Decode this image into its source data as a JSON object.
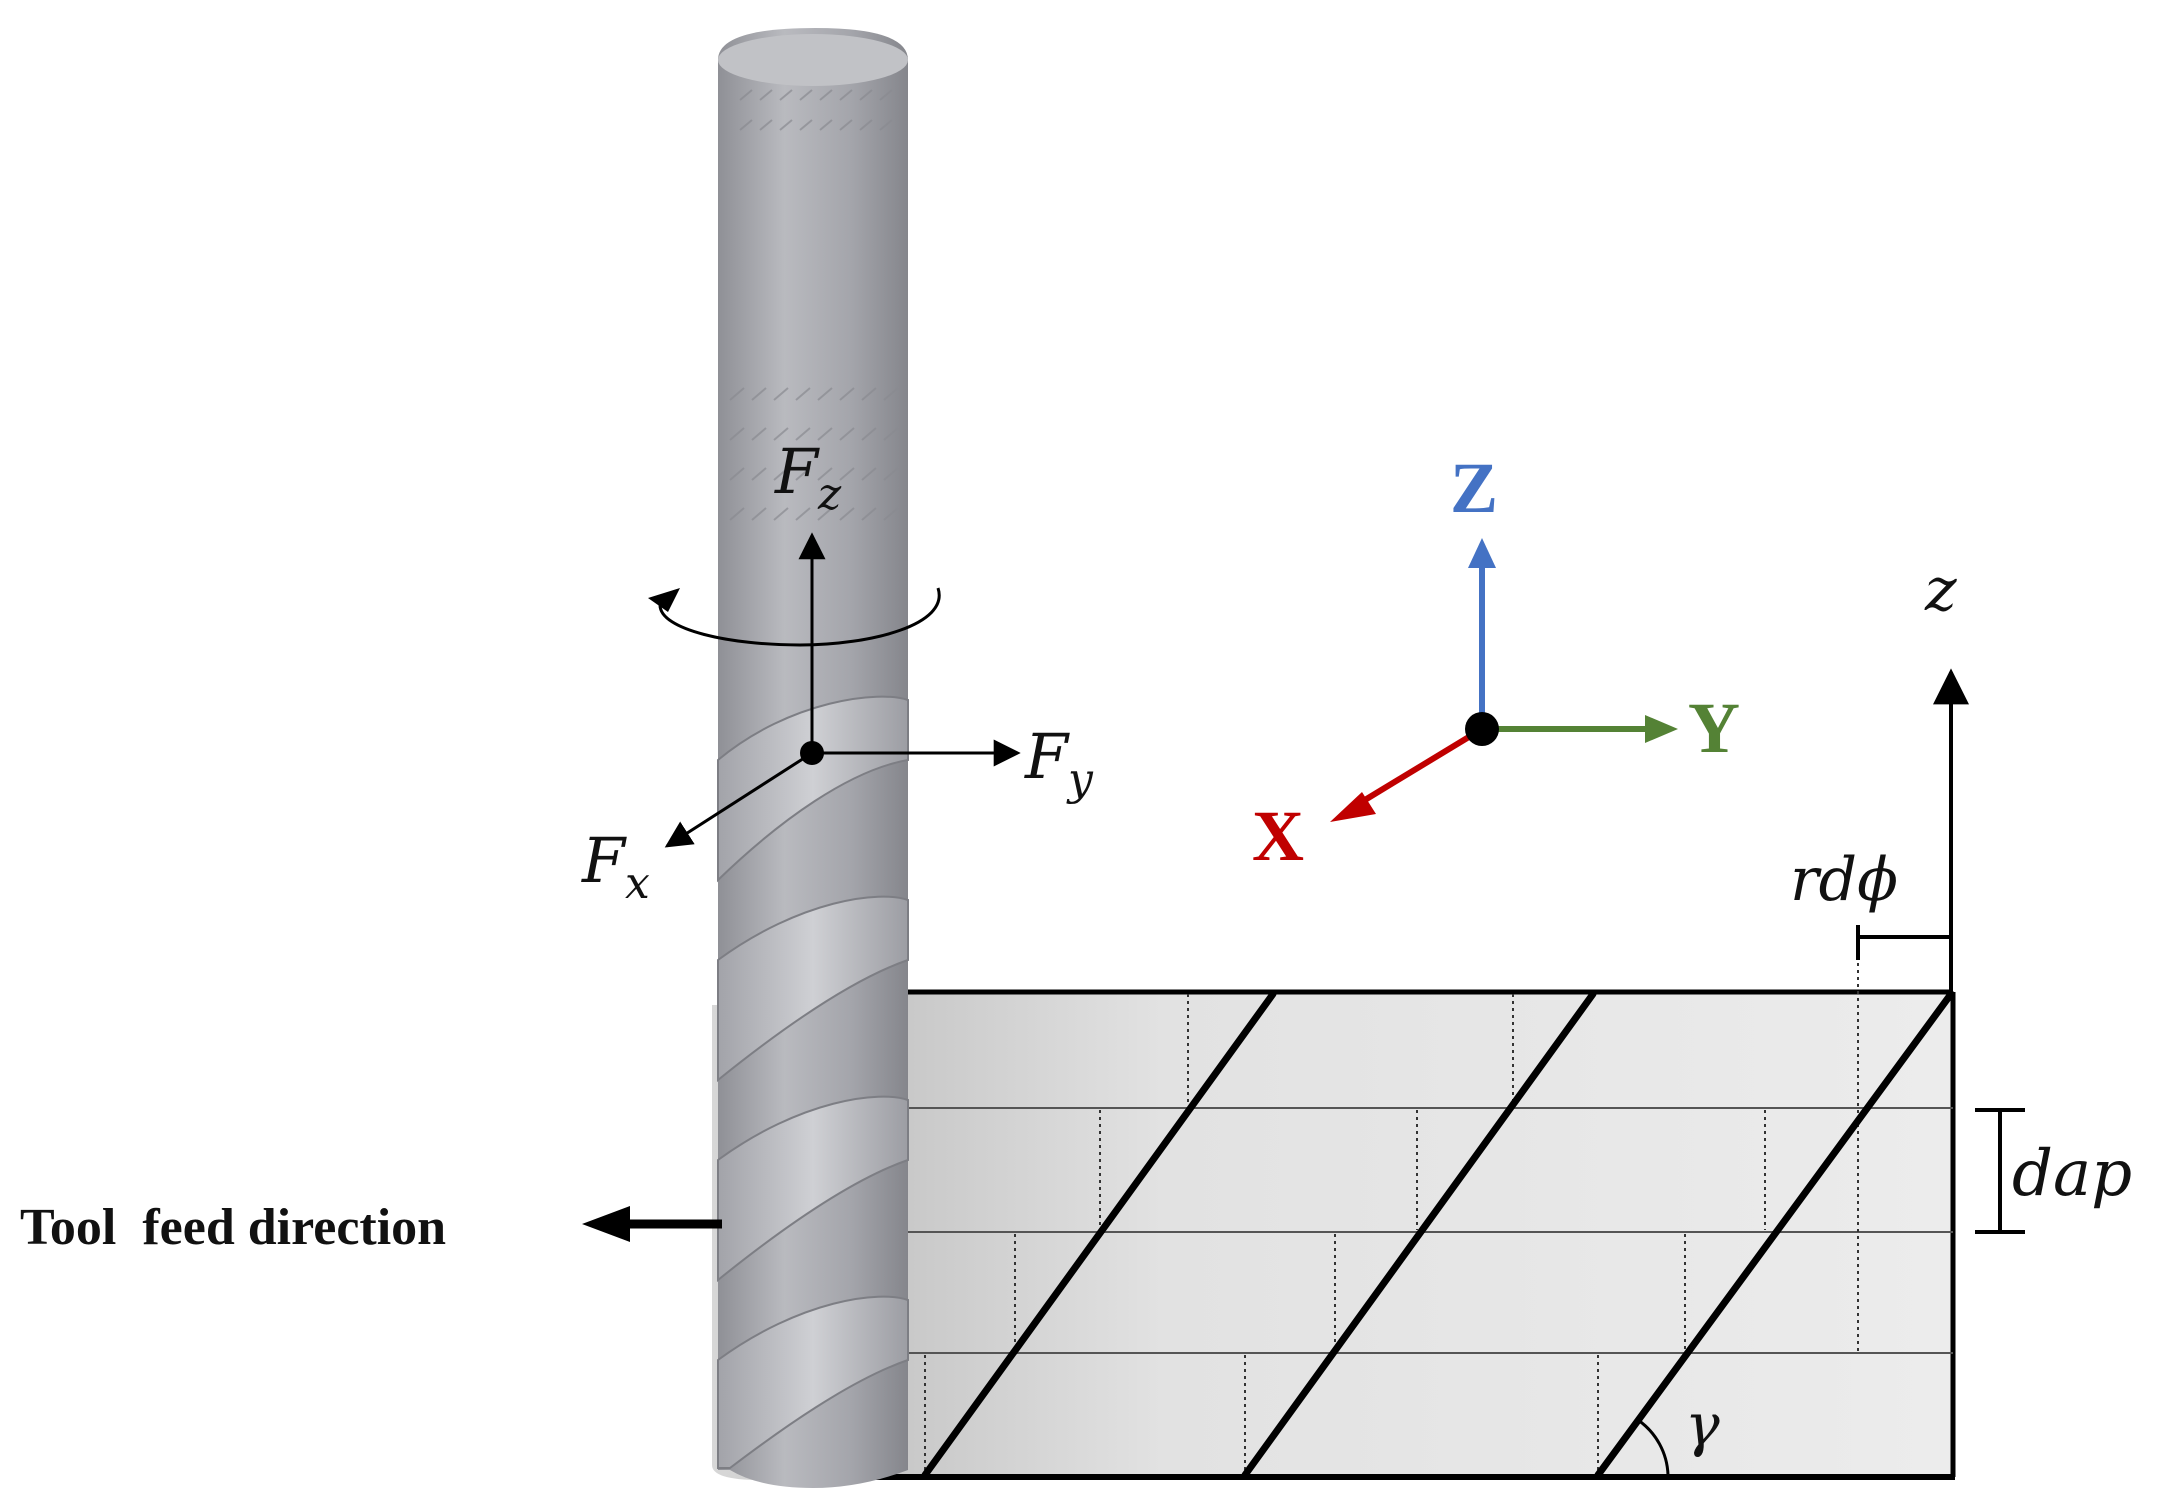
{
  "labels": {
    "force_z": {
      "base": "F",
      "sub": "z"
    },
    "force_y": {
      "base": "F",
      "sub": "y"
    },
    "force_x": {
      "base": "F",
      "sub": "x"
    },
    "global_z": "Z",
    "global_y": "Y",
    "global_x": "X",
    "local_z": "z",
    "rdphi": "rdϕ",
    "dap": "dap",
    "gamma": "γ",
    "feed_direction": "Tool  feed direction"
  },
  "colors": {
    "global_z": "#4472c4",
    "global_y": "#548235",
    "global_x": "#c00000",
    "tool": "#a9aab0",
    "workpiece": "#e6e6e6",
    "lines": "#000000"
  },
  "icons": {
    "rotation": "rotation-arrow-icon",
    "feed": "left-arrow-icon"
  }
}
